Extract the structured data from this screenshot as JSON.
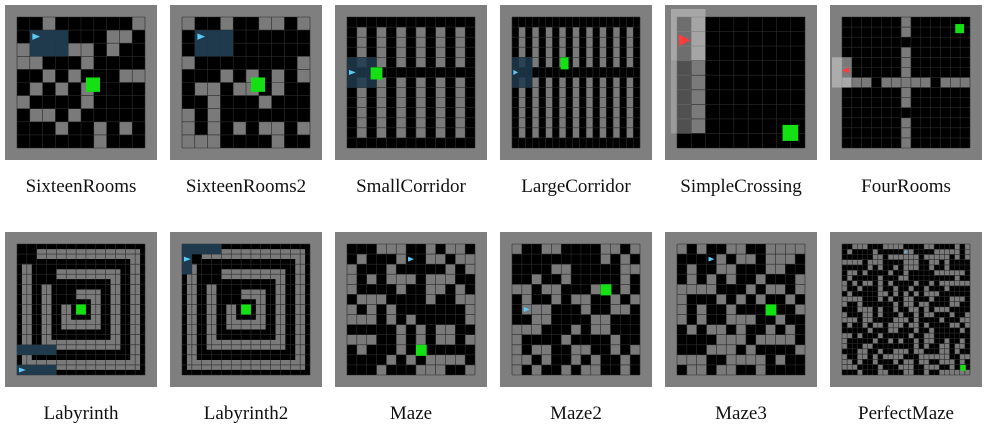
{
  "figure": {
    "panels": [
      {
        "name": "SixteenRooms",
        "kind": "rooms16",
        "trail": [
          [
            1,
            1
          ],
          [
            2,
            1
          ],
          [
            3,
            1
          ],
          [
            1,
            2
          ],
          [
            2,
            2
          ],
          [
            3,
            2
          ]
        ],
        "agent": [
          1,
          1
        ],
        "goal": [
          7,
          6
        ]
      },
      {
        "name": "SixteenRooms2",
        "kind": "rooms16",
        "trail": [
          [
            1,
            1
          ],
          [
            2,
            1
          ],
          [
            3,
            1
          ],
          [
            1,
            2
          ],
          [
            2,
            2
          ],
          [
            3,
            2
          ]
        ],
        "agent": [
          1,
          1
        ],
        "goal": [
          7,
          6
        ]
      },
      {
        "name": "SmallCorridor",
        "kind": "smallcorr",
        "agent": [
          1,
          4
        ],
        "goal": [
          2,
          5
        ]
      },
      {
        "name": "LargeCorridor",
        "kind": "largecorr",
        "agent": [
          1,
          5
        ],
        "goal": [
          6,
          4
        ]
      },
      {
        "name": "SimpleCrossing",
        "kind": "crossing",
        "agent": [
          1,
          1
        ],
        "goal": [
          7,
          7
        ]
      },
      {
        "name": "FourRooms",
        "kind": "fourrooms",
        "agent": [
          1,
          5
        ],
        "goal": [
          8,
          1
        ]
      },
      {
        "name": "Labyrinth",
        "kind": "labyrinth",
        "agent": [
          1,
          12
        ],
        "goal": [
          6,
          6
        ]
      },
      {
        "name": "Labyrinth2",
        "kind": "labyrinth",
        "agent": [
          1,
          1
        ],
        "goal": [
          6,
          6
        ]
      },
      {
        "name": "Maze",
        "kind": "maze",
        "agent": [
          6,
          1
        ],
        "goal": [
          7,
          10
        ]
      },
      {
        "name": "Maze2",
        "kind": "maze",
        "agent": [
          1,
          6
        ],
        "goal": [
          9,
          4
        ]
      },
      {
        "name": "Maze3",
        "kind": "maze",
        "agent": [
          3,
          1
        ],
        "goal": [
          9,
          6
        ]
      },
      {
        "name": "PerfectMaze",
        "kind": "perfect",
        "agent": [
          12,
          1
        ],
        "goal": [
          12,
          12
        ]
      }
    ],
    "colors": {
      "frame": "#7f7f7f",
      "wall": "#7a7a7a",
      "floor": "#000000",
      "gridline": "#2b2b2b",
      "trail": "#1f3a4d",
      "agent": "#5bc8f5",
      "goal": "#14e014",
      "corridor_agent": "#ff3b3b",
      "highlight": "#c9c9c9"
    }
  }
}
